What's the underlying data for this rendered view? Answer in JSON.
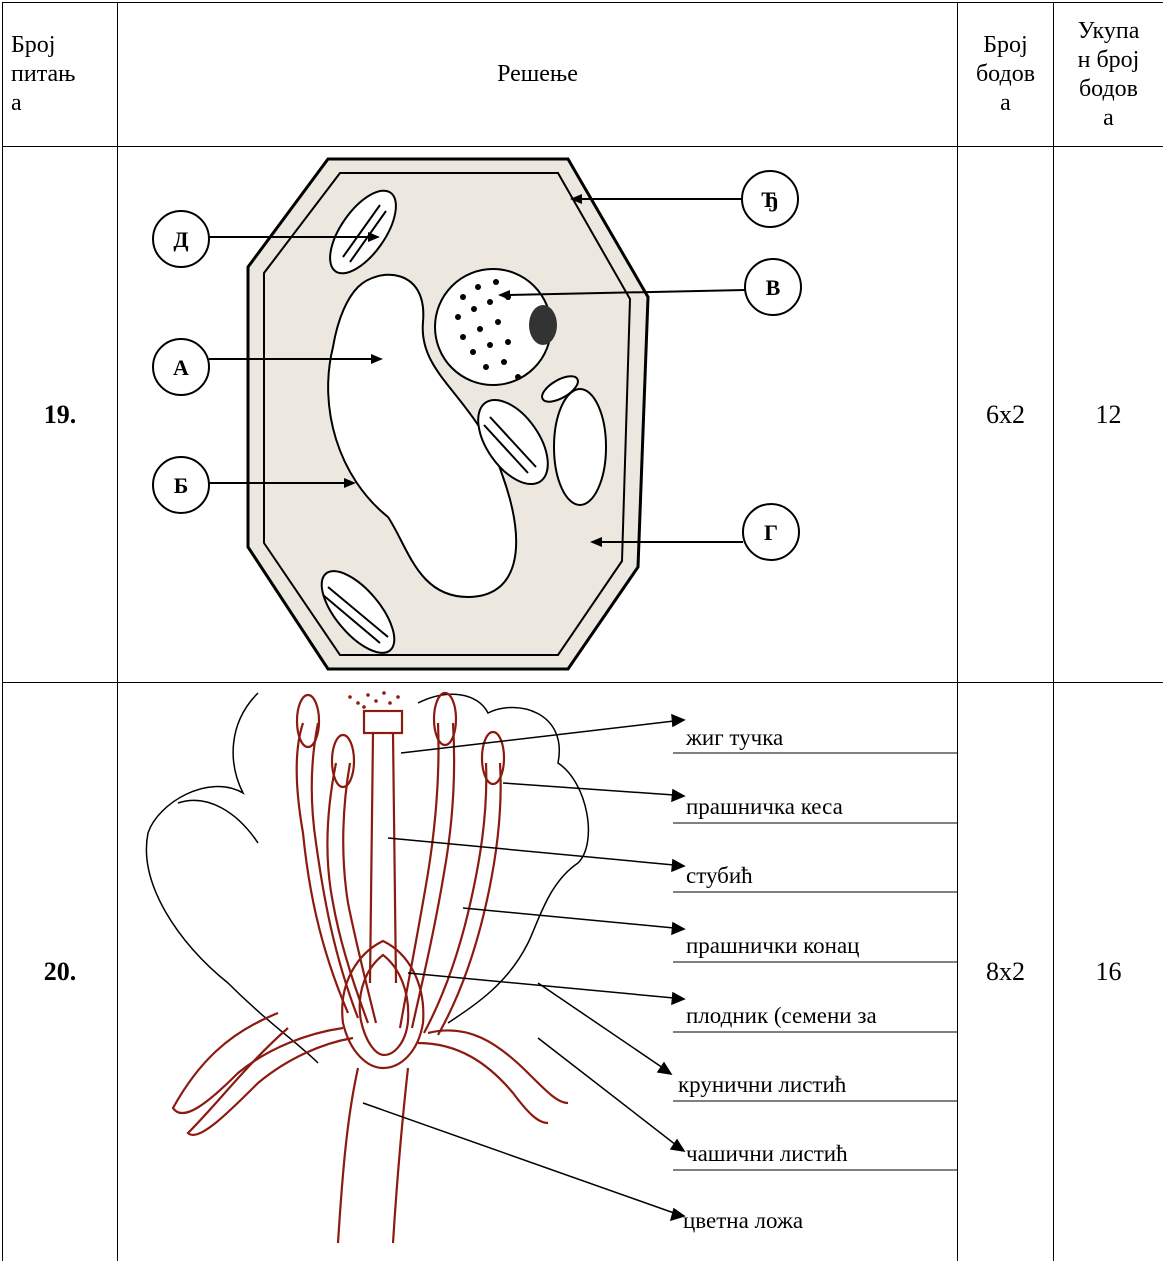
{
  "table": {
    "headers": {
      "question_no": "Број питањ а",
      "question_no_lines": [
        "Број",
        "питањ",
        "а"
      ],
      "solution": "Решење",
      "points": "Број бодов а",
      "points_lines": [
        "Број",
        "бодов",
        "а"
      ],
      "total_points": "Укупа н број бодов а",
      "total_points_lines": [
        "Укупа",
        "н број",
        "бодов",
        "а"
      ]
    },
    "rows": [
      {
        "number": "19.",
        "points": "6x2",
        "total": "12",
        "figure": {
          "subject": "plant cell",
          "labels": [
            "Д",
            "А",
            "Б",
            "Ђ",
            "В",
            "Г"
          ]
        }
      },
      {
        "number": "20.",
        "points": "8x2",
        "total": "16",
        "figure": {
          "subject": "flower",
          "labels": [
            "жиг тучка",
            "прашничка кеса",
            "стубић",
            "прашнички конац",
            "плодник (семени за",
            "крунични листић",
            "чашични листић",
            "цветна ложа"
          ]
        }
      }
    ]
  },
  "colors": {
    "border": "#000000",
    "cell_fill": "#ece8e0",
    "flower_line": "#8b1a10"
  }
}
